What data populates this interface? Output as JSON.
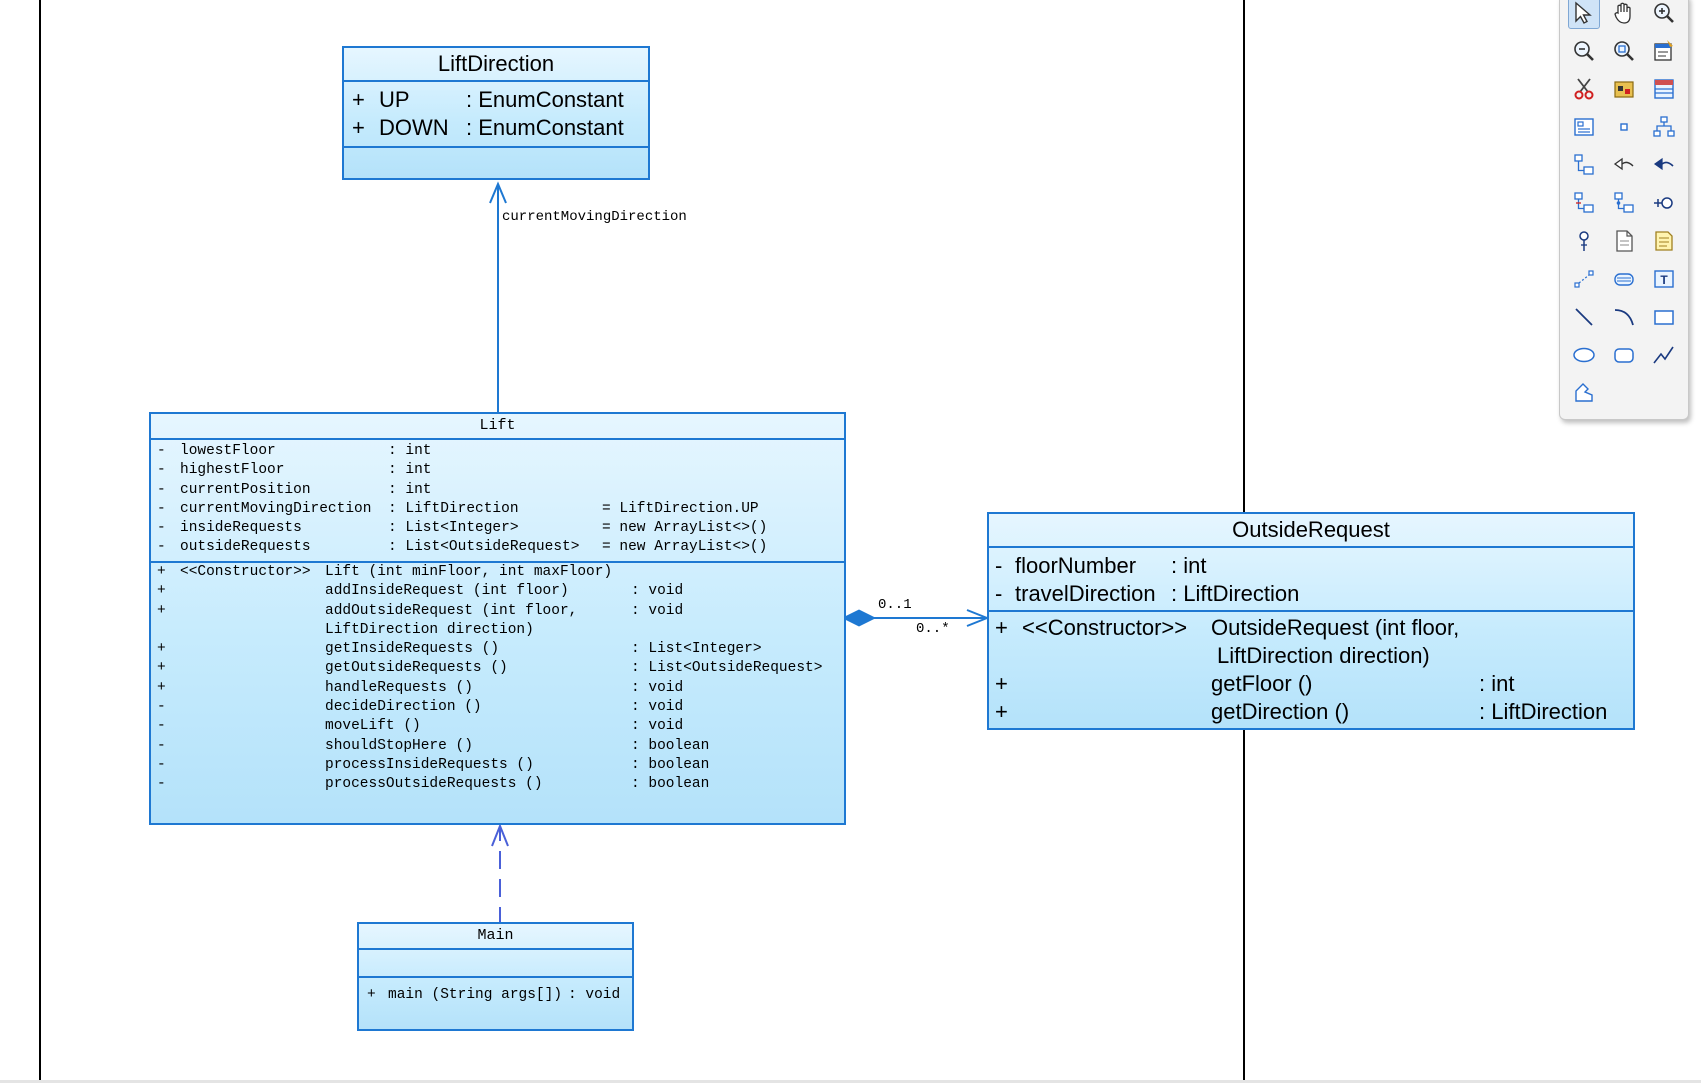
{
  "liftDirection": {
    "name": "LiftDirection",
    "attributes": [
      {
        "vis": "+",
        "name": "UP",
        "type": ": EnumConstant"
      },
      {
        "vis": "+",
        "name": "DOWN",
        "type": ": EnumConstant"
      }
    ]
  },
  "lift": {
    "name": "Lift",
    "attributes": [
      {
        "vis": "-",
        "name": "lowestFloor",
        "type": ": int",
        "init": ""
      },
      {
        "vis": "-",
        "name": "highestFloor",
        "type": ": int",
        "init": ""
      },
      {
        "vis": "-",
        "name": "currentPosition",
        "type": ": int",
        "init": ""
      },
      {
        "vis": "-",
        "name": "currentMovingDirection",
        "type": ": LiftDirection",
        "init": "= LiftDirection.UP"
      },
      {
        "vis": "-",
        "name": "insideRequests",
        "type": ": List<Integer>",
        "init": "= new ArrayList<>()"
      },
      {
        "vis": "-",
        "name": "outsideRequests",
        "type": ": List<OutsideRequest>",
        "init": "= new ArrayList<>()"
      }
    ],
    "operations": [
      {
        "vis": "+",
        "stereo": "<<Constructor>>",
        "name": "Lift (int minFloor, int maxFloor)",
        "type": ""
      },
      {
        "vis": "+",
        "stereo": "",
        "name": "addInsideRequest (int floor)",
        "type": ": void"
      },
      {
        "vis": "+",
        "stereo": "",
        "name": "addOutsideRequest (int floor,",
        "type": ": void"
      },
      {
        "vis": "",
        "stereo": "",
        "name": " LiftDirection direction)",
        "type": ""
      },
      {
        "vis": "+",
        "stereo": "",
        "name": "getInsideRequests ()",
        "type": ": List<Integer>"
      },
      {
        "vis": "+",
        "stereo": "",
        "name": "getOutsideRequests ()",
        "type": ": List<OutsideRequest>"
      },
      {
        "vis": "+",
        "stereo": "",
        "name": "handleRequests ()",
        "type": ": void"
      },
      {
        "vis": "-",
        "stereo": "",
        "name": "decideDirection ()",
        "type": ": void"
      },
      {
        "vis": "-",
        "stereo": "",
        "name": "moveLift ()",
        "type": ": void"
      },
      {
        "vis": "-",
        "stereo": "",
        "name": "shouldStopHere ()",
        "type": ": boolean"
      },
      {
        "vis": "-",
        "stereo": "",
        "name": "processInsideRequests ()",
        "type": ": boolean"
      },
      {
        "vis": "-",
        "stereo": "",
        "name": "processOutsideRequests ()",
        "type": ": boolean"
      }
    ]
  },
  "outsideRequest": {
    "name": "OutsideRequest",
    "attributes": [
      {
        "vis": "-",
        "name": "floorNumber",
        "type": ": int"
      },
      {
        "vis": "-",
        "name": "travelDirection",
        "type": ": LiftDirection"
      }
    ],
    "operations": [
      {
        "vis": "+",
        "stereo": "<<Constructor>>",
        "name": "OutsideRequest (int floor,",
        "type": ""
      },
      {
        "vis": "",
        "stereo": "",
        "name": "LiftDirection direction)",
        "type": ""
      },
      {
        "vis": "+",
        "stereo": "",
        "name": "getFloor ()",
        "type": ": int"
      },
      {
        "vis": "+",
        "stereo": "",
        "name": "getDirection ()",
        "type": ": LiftDirection"
      }
    ]
  },
  "main": {
    "name": "Main",
    "operations": [
      {
        "vis": "+",
        "name": "main (String args[])",
        "type": ": void"
      }
    ]
  },
  "relations": {
    "association_role": "currentMovingDirection",
    "multiplicity_source": "0..1",
    "multiplicity_target": "0..*"
  },
  "toolbar": {
    "tools": [
      "select-arrow-icon",
      "hand-pan-icon",
      "zoom-in-icon",
      "zoom-out-icon",
      "zoom-fit-icon",
      "properties-icon",
      "cut-icon",
      "package-icon",
      "class-icon",
      "note-icon",
      "small-box-icon",
      "hierarchy-icon",
      "generalization-icon",
      "realization-icon",
      "dependency-icon",
      "inheritance-icon",
      "nested-class-icon",
      "association-icon",
      "interface-icon",
      "document-icon",
      "note-yellow-icon",
      "link-icon",
      "component-icon",
      "text-icon",
      "line-icon",
      "arc-icon",
      "rectangle-icon",
      "ellipse-icon",
      "rounded-rect-icon",
      "polyline-icon",
      "polygon-icon"
    ]
  }
}
